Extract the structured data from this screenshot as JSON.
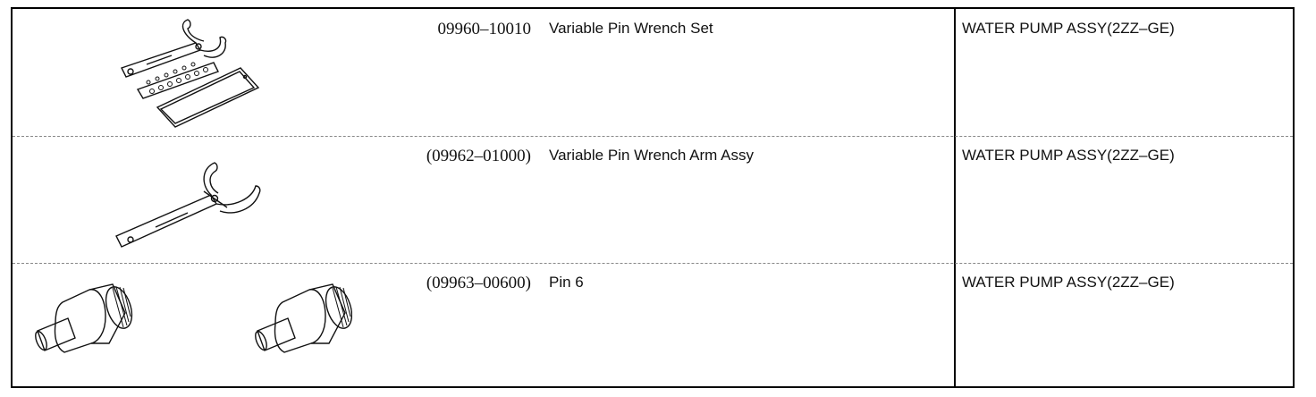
{
  "rows": [
    {
      "part_number": "09960–10010",
      "part_name": "Variable Pin Wrench Set",
      "application": "WATER PUMP ASSY(2ZZ–GE)",
      "illustration_icon": "pin-wrench-set-icon"
    },
    {
      "part_number": "(09962–01000)",
      "part_name": "Variable Pin Wrench Arm Assy",
      "application": "WATER PUMP ASSY(2ZZ–GE)",
      "illustration_icon": "pin-wrench-arm-icon"
    },
    {
      "part_number": "(09963–00600)",
      "part_name": "Pin 6",
      "application": "WATER PUMP ASSY(2ZZ–GE)",
      "illustration_icon": "pin-icon"
    }
  ]
}
